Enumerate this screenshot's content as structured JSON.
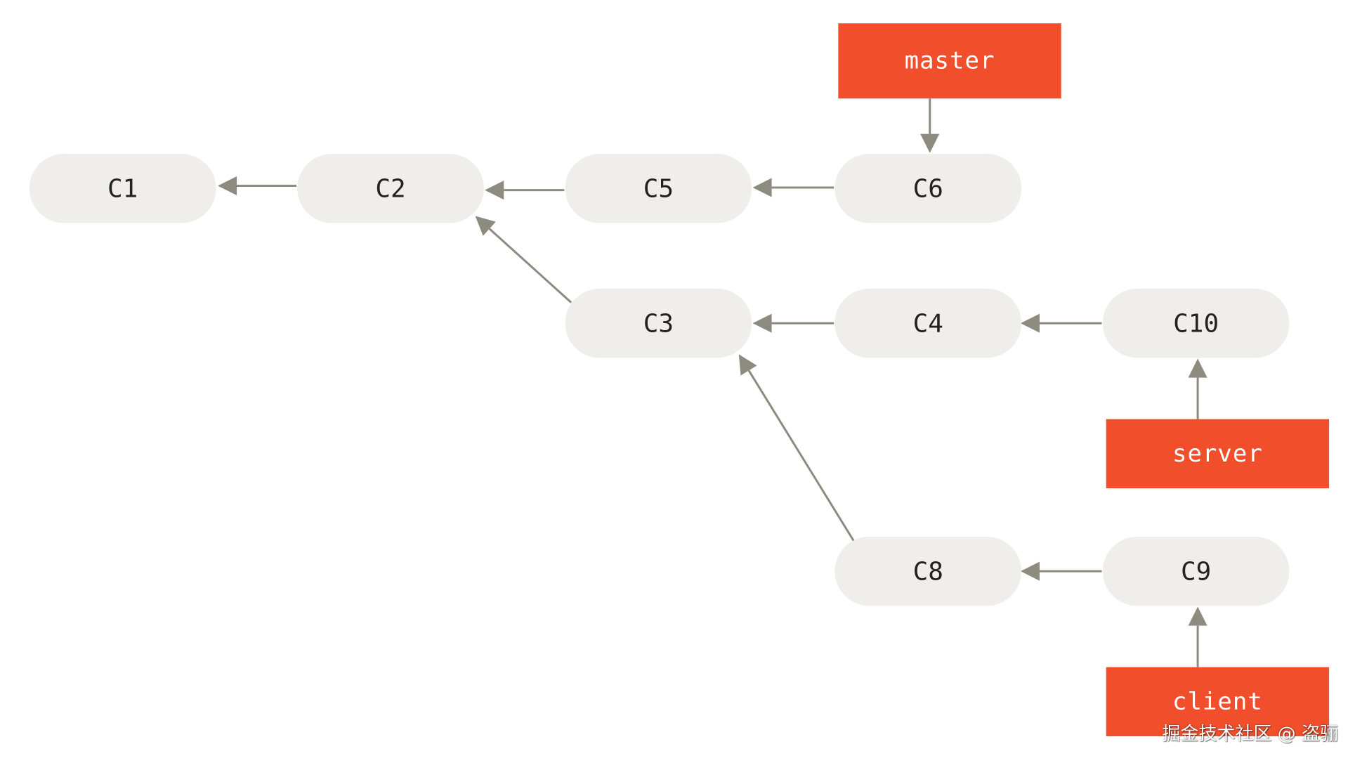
{
  "colors": {
    "commit_fill": "#efeeea",
    "branch_fill": "#f14e2b",
    "edge": "#8d8a80",
    "commit_text": "#222222",
    "branch_text": "#ffffff"
  },
  "commits": [
    {
      "id": "C1",
      "label": "C1"
    },
    {
      "id": "C2",
      "label": "C2"
    },
    {
      "id": "C5",
      "label": "C5"
    },
    {
      "id": "C6",
      "label": "C6"
    },
    {
      "id": "C3",
      "label": "C3"
    },
    {
      "id": "C4",
      "label": "C4"
    },
    {
      "id": "C10",
      "label": "C10"
    },
    {
      "id": "C8",
      "label": "C8"
    },
    {
      "id": "C9",
      "label": "C9"
    }
  ],
  "branches": [
    {
      "id": "master",
      "label": "master",
      "target": "C6"
    },
    {
      "id": "server",
      "label": "server",
      "target": "C10"
    },
    {
      "id": "client",
      "label": "client",
      "target": "C9"
    }
  ],
  "parent_edges": [
    {
      "from": "C2",
      "to": "C1"
    },
    {
      "from": "C5",
      "to": "C2"
    },
    {
      "from": "C6",
      "to": "C5"
    },
    {
      "from": "C3",
      "to": "C2"
    },
    {
      "from": "C4",
      "to": "C3"
    },
    {
      "from": "C10",
      "to": "C4"
    },
    {
      "from": "C8",
      "to": "C3"
    },
    {
      "from": "C9",
      "to": "C8"
    }
  ],
  "watermark": "掘金技术社区 @ 盗骊"
}
